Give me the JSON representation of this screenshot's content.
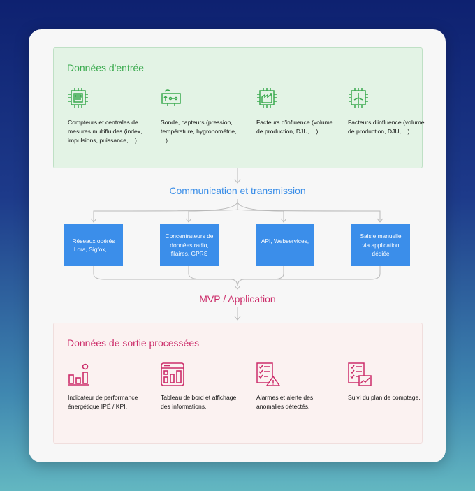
{
  "input": {
    "title": "Données d'entrée",
    "items": [
      {
        "icon": "meter-chip-icon",
        "text": "Compteurs et centrales de mesures multifluides (index, impulsions, puissance, ...)"
      },
      {
        "icon": "sensor-probe-icon",
        "text": "Sonde, capteurs (pression, température, hygronométrie, ...)"
      },
      {
        "icon": "factory-chip-icon",
        "text": "Facteurs d'influence (volume de production, DJU, ...)"
      },
      {
        "icon": "wind-turbine-chip-icon",
        "text": "Facteurs d'influence (volume de production, DJU, ...)"
      }
    ]
  },
  "communication": {
    "title": "Communication et transmission",
    "boxes": [
      "Réseaux opérés Lora, Sigfox, ...",
      "Concentrateurs de données radio, filaires, GPRS",
      "API, Webservices, ...",
      "Saisie manuelle via application dédiée"
    ]
  },
  "mvp": {
    "title": "MVP / Application"
  },
  "output": {
    "title": "Données de sortie processées",
    "items": [
      {
        "icon": "performance-bars-icon",
        "text": "Indicateur de performance énergétique IPÉ / KPI."
      },
      {
        "icon": "dashboard-icon",
        "text": "Tableau de bord et affichage des informations."
      },
      {
        "icon": "checklist-alert-icon",
        "text": "Alarmes et alerte des anomalies détectés."
      },
      {
        "icon": "checklist-chart-icon",
        "text": "Suivi du plan de comptage."
      }
    ]
  },
  "colors": {
    "green": "#3aaa4e",
    "blue": "#3b8eea",
    "magenta": "#cc2d6a",
    "connector": "#b8b8b8"
  }
}
